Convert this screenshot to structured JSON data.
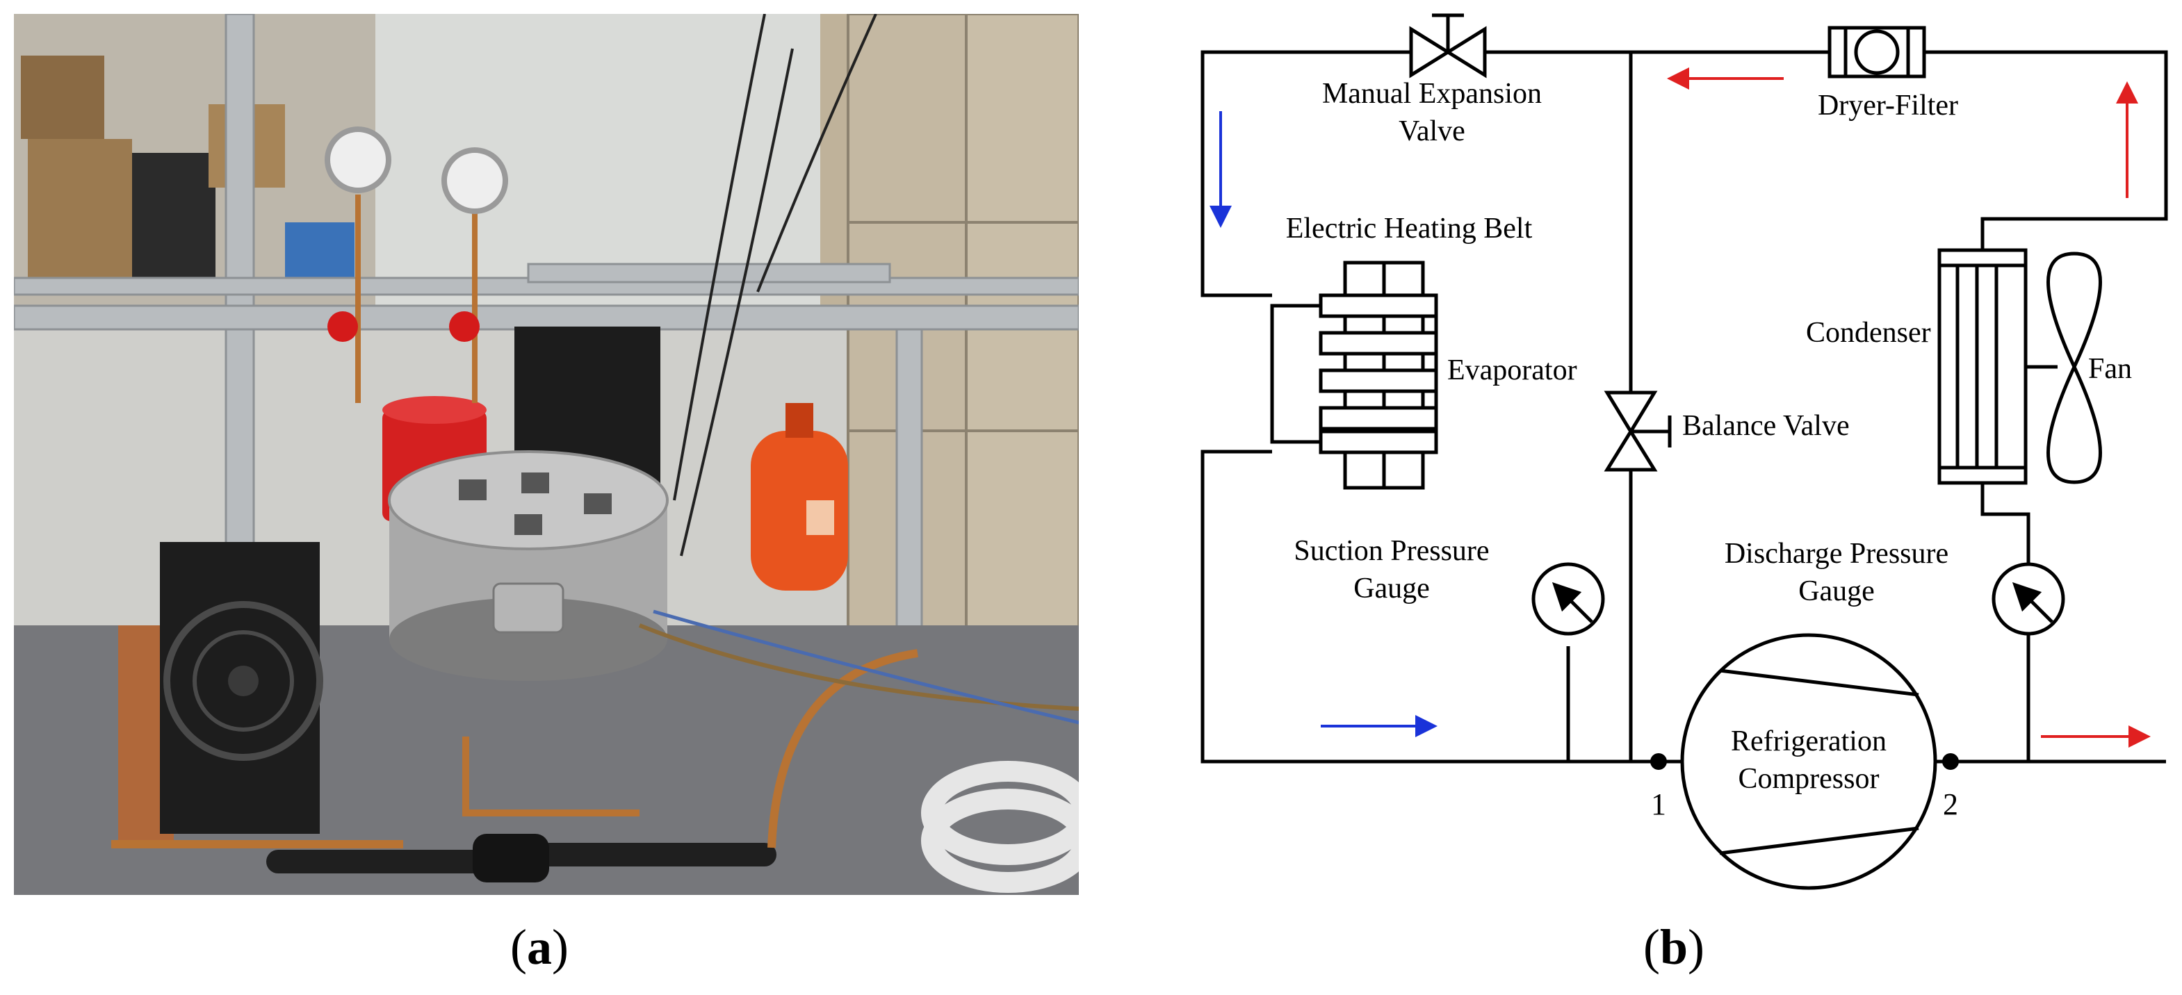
{
  "captions": {
    "a": "a",
    "b": "b"
  },
  "schematic": {
    "labels": {
      "manual_expansion_valve_line1": "Manual Expansion",
      "manual_expansion_valve_line2": "Valve",
      "dryer_filter": "Dryer-Filter",
      "electric_heating_belt": "Electric Heating Belt",
      "evaporator": "Evaporator",
      "condenser": "Condenser",
      "fan": "Fan",
      "balance_valve": "Balance Valve",
      "suction_gauge_line1": "Suction Pressure",
      "suction_gauge_line2": "Gauge",
      "discharge_gauge_line1": "Discharge Pressure",
      "discharge_gauge_line2": "Gauge",
      "compressor_line1": "Refrigeration",
      "compressor_line2": "Compressor",
      "port_1": "1",
      "port_2": "2"
    },
    "flow_colors": {
      "cold": "#1a33d9",
      "hot": "#e02020"
    }
  }
}
